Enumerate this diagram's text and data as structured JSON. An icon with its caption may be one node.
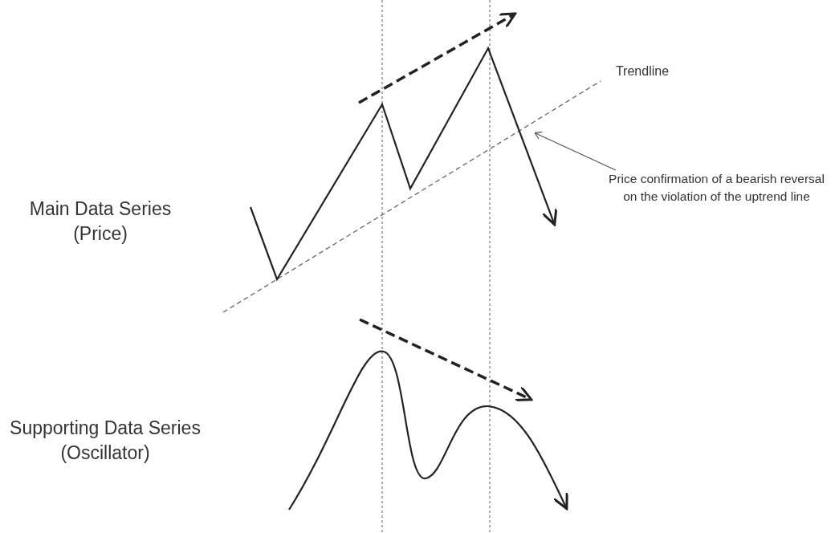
{
  "diagram": {
    "nodes": [
      {
        "text": [
          "Price confirmation of a bearish reversal on the violation of the uptrend line"
        ]
      },
      {
        "text": [],
        "shape": "line"
      }
    ],
    "edges": [
      {
        "from": 0,
        "to": 1,
        "arrow": "to"
      }
    ],
    "labels": [
      "Trendline",
      "Main Data Series (Price)",
      "Supporting Data Series (Oscillator)"
    ]
  }
}
